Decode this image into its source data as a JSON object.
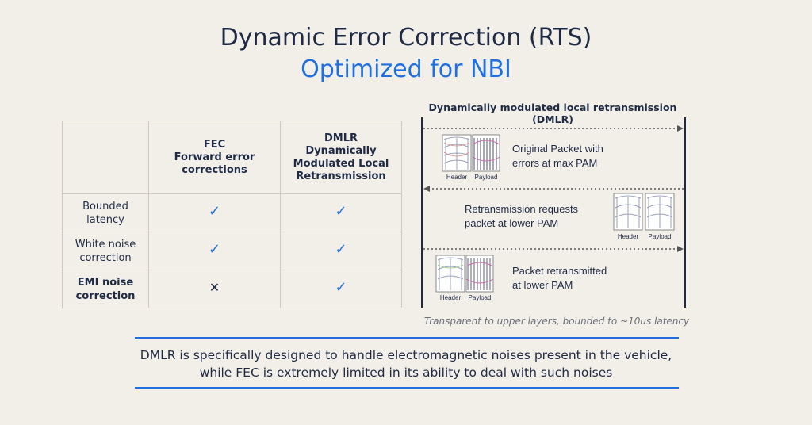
{
  "header": {
    "title": "Dynamic Error Correction (RTS)",
    "subtitle": "Optimized for NBI"
  },
  "table": {
    "columns": [
      {
        "line1": "FEC",
        "line2": "Forward error",
        "line3": "corrections"
      },
      {
        "line1": "DMLR",
        "line2": "Dynamically",
        "line3": "Modulated Local",
        "line4": "Retransmission"
      }
    ],
    "rows": [
      {
        "label1": "Bounded",
        "label2": "latency",
        "fec": "✓",
        "dmlr": "✓"
      },
      {
        "label1": "White noise",
        "label2": "correction",
        "fec": "✓",
        "dmlr": "✓"
      },
      {
        "label1": "EMI noise",
        "label2": "correction",
        "fec": "✕",
        "dmlr": "✓"
      }
    ]
  },
  "diagram": {
    "heading": "Dynamically modulated local retransmission (DMLR)",
    "steps": [
      {
        "line1": "Original Packet with",
        "line2": "errors at max PAM",
        "header_label": "Header",
        "payload_label": "Payload"
      },
      {
        "line1": "Retransmission requests",
        "line2": "packet at lower PAM",
        "header_label": "Header",
        "payload_label": "Payload"
      },
      {
        "line1": "Packet retransmitted",
        "line2": "at lower PAM",
        "header_label": "Header",
        "payload_label": "Payload"
      }
    ],
    "caption": "Transparent to upper layers, bounded to ~10us latency"
  },
  "footer": {
    "line1": "DMLR is specifically designed to handle electromagnetic noises present in the vehicle,",
    "line2": "while FEC is extremely limited in its ability to deal with such noises"
  },
  "colors": {
    "accent": "#1f6fe0",
    "text": "#1f2a44",
    "background": "#f2efe9"
  }
}
